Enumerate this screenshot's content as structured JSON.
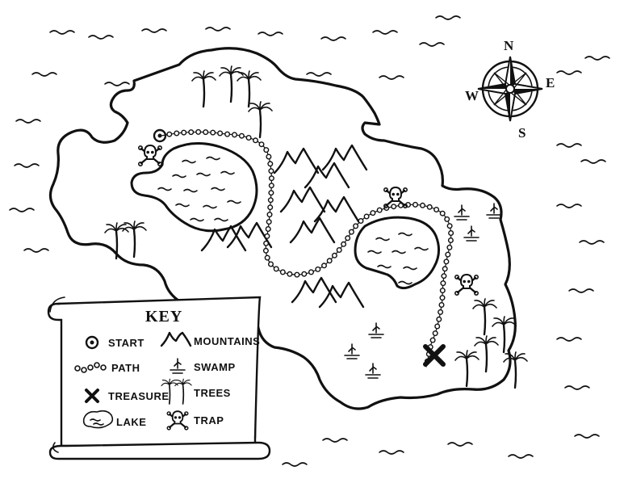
{
  "key": {
    "title": "KEY",
    "items": [
      {
        "label": "START",
        "icon": "start-icon"
      },
      {
        "label": "PATH",
        "icon": "path-icon"
      },
      {
        "label": "TREASURE",
        "icon": "treasure-icon"
      },
      {
        "label": "LAKE",
        "icon": "lake-icon"
      },
      {
        "label": "MOUNTAINS",
        "icon": "mountains-icon"
      },
      {
        "label": "SWAMP",
        "icon": "swamp-icon"
      },
      {
        "label": "TREES",
        "icon": "trees-icon"
      },
      {
        "label": "TRAP",
        "icon": "trap-icon"
      }
    ]
  },
  "compass": {
    "north": "N",
    "east": "E",
    "south": "S",
    "west": "W"
  },
  "colors": {
    "ink": "#111111",
    "paper": "#ffffff"
  }
}
